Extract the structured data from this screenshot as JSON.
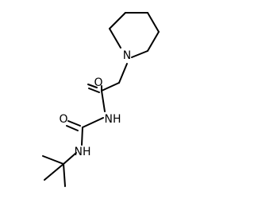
{
  "diagram": {
    "atoms": [
      {
        "id": "n_pip",
        "element": "N",
        "label": "N"
      },
      {
        "id": "o_amide",
        "element": "O",
        "label": "O"
      },
      {
        "id": "n_imide",
        "element": "N",
        "label": "NH"
      },
      {
        "id": "o_urea",
        "element": "O",
        "label": "O"
      },
      {
        "id": "n_urea",
        "element": "N",
        "label": "NH"
      }
    ]
  }
}
